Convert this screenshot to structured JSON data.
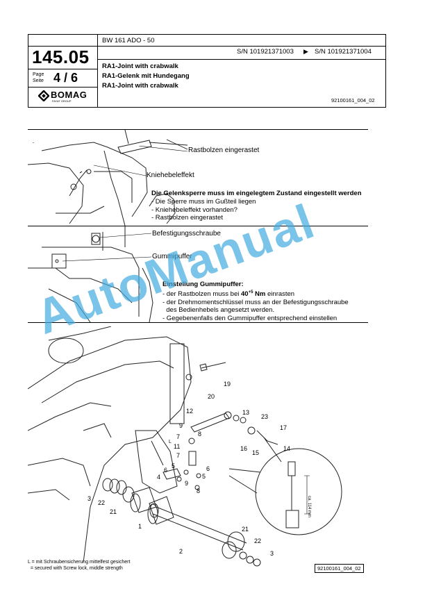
{
  "header": {
    "page_number": "145.05",
    "page_label": "Page",
    "seite_label": "Seite",
    "page_of": "4 / 6",
    "logo_text": "BOMAG",
    "logo_sub": "FAYAT GROUP",
    "model": "BW 161 ADO - 50",
    "serial_from": "S/N 101921371003",
    "serial_arrow": "▶",
    "serial_to": "S/N 101921371004",
    "titles": [
      "RA1-Joint with crabwalk",
      "RA1-Gelenk mit Hundegang",
      "RA1-Joint with crabwalk"
    ],
    "doc_ref": "92100161_004_02"
  },
  "panel1": {
    "callout_bolt": "Rastbolzen eingerastet",
    "callout_knee": "Kniehebeleffekt",
    "heading": "Die Gelenksperre muss im eingelegtem Zustand eingestellt werden",
    "bullets": [
      "- Die Sperre muss im Gußteil liegen",
      "- Kniehebeleffekt vorhanden?",
      "- Rastbolzen eingerastet"
    ]
  },
  "panel2": {
    "callout_screw": "Befestigungsschraube",
    "callout_buffer": "Gummipuffer",
    "heading": "Einstellung Gummipuffer:",
    "line1_pre": "- der Rastbolzen muss bei ",
    "line1_val": "40",
    "line1_tol": "+5",
    "line1_unit": " Nm",
    "line1_post": " einrasten",
    "lines": [
      "- der Drehmomentschlüssel muss an der Befestigungsschraube",
      "  des Bedienhebels angesetzt werden.",
      "- Gegebenenfalls den Gummipuffer entsprechend einstellen"
    ]
  },
  "watermark": "AutoManual",
  "parts": {
    "labels": [
      "19",
      "20",
      "12",
      "13",
      "23",
      "9",
      "8",
      "7",
      "11",
      "17",
      "16",
      "15",
      "14",
      "7",
      "6",
      "6",
      "5",
      "5",
      "9",
      "8",
      "4",
      "3",
      "22",
      "21",
      "1",
      "21",
      "22",
      "3",
      "2"
    ],
    "dimension": "ca. 114 mm",
    "tick_mark": "L"
  },
  "footnote": {
    "line1": "L = mit Schraubensicherung mittelfest gesichert",
    "line2": "  = secured with Screw lock, middle strength"
  },
  "footer_ref": "92100161_004_02"
}
